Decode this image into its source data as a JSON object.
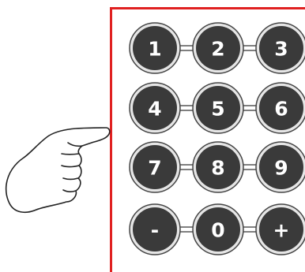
{
  "keypad": {
    "keys": [
      [
        "1",
        "2",
        "3"
      ],
      [
        "4",
        "5",
        "6"
      ],
      [
        "7",
        "8",
        "9"
      ],
      [
        "-",
        "0",
        "+"
      ]
    ]
  },
  "colors": {
    "frame": "#e02020",
    "key_fill": "#3a3a3a",
    "key_ring": "#e6e6e6",
    "key_label": "#ffffff"
  },
  "icons": {
    "pointer": "pointing-hand-icon"
  }
}
